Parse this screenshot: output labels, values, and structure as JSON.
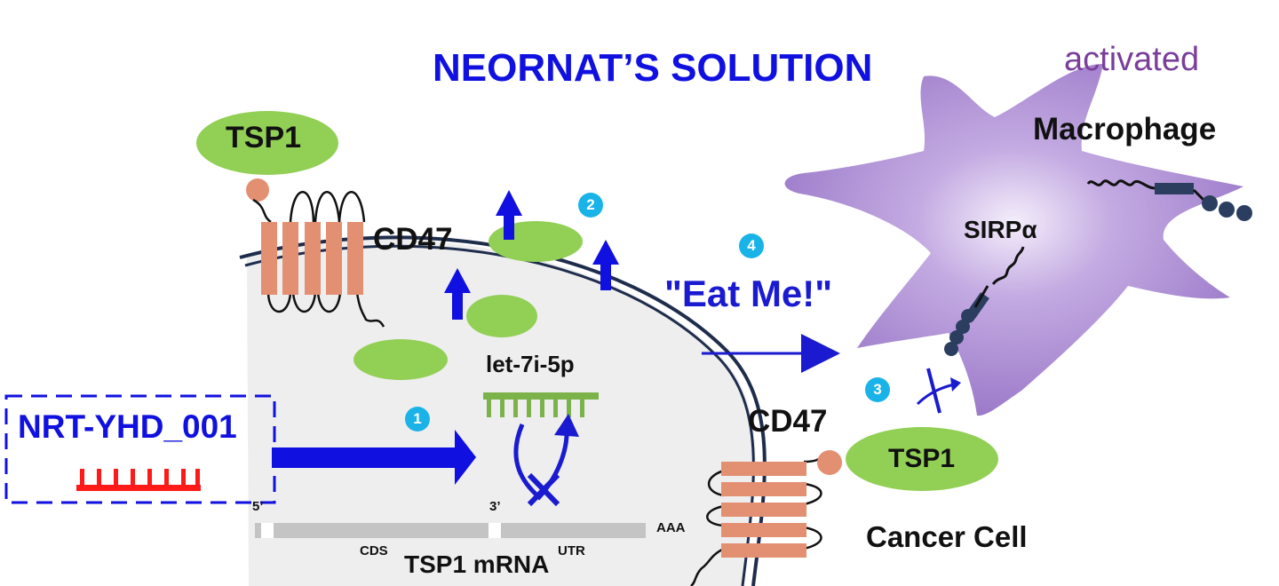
{
  "title": "NEORNAT’S SOLUTION",
  "macrophage": {
    "state": "activated",
    "label": "Macrophage",
    "receptor": "SIRPα"
  },
  "signal": {
    "label": "\"Eat Me!\""
  },
  "membrane": {
    "receptor_top": "CD47",
    "ligand_top": "TSP1",
    "receptor_bottom": "CD47",
    "ligand_bottom": "TSP1"
  },
  "mirna": {
    "label": "let-7i-5p"
  },
  "drug": {
    "label": "NRT-YHD_001"
  },
  "mrna": {
    "five_prime": "5’",
    "three_prime": "3’",
    "cds": "CDS",
    "utr": "UTR",
    "polyA": "AAA",
    "label": "TSP1 mRNA"
  },
  "cell": {
    "label": "Cancer Cell"
  },
  "steps": [
    "1",
    "2",
    "3",
    "4"
  ],
  "colors": {
    "title_blue": "#1010e0",
    "arrow_blue": "#1a1ad0",
    "tsp1_green": "#92cf55",
    "cd47_salmon": "#e38f72",
    "macrophage_purple": "#a07ccd",
    "activated_purple": "#7a3f9a",
    "mirna_green": "#7cb24a",
    "oligo_red": "#ff1a1a",
    "badge_cyan": "#1ab3e8",
    "membrane_navy": "#1f2d4d"
  }
}
